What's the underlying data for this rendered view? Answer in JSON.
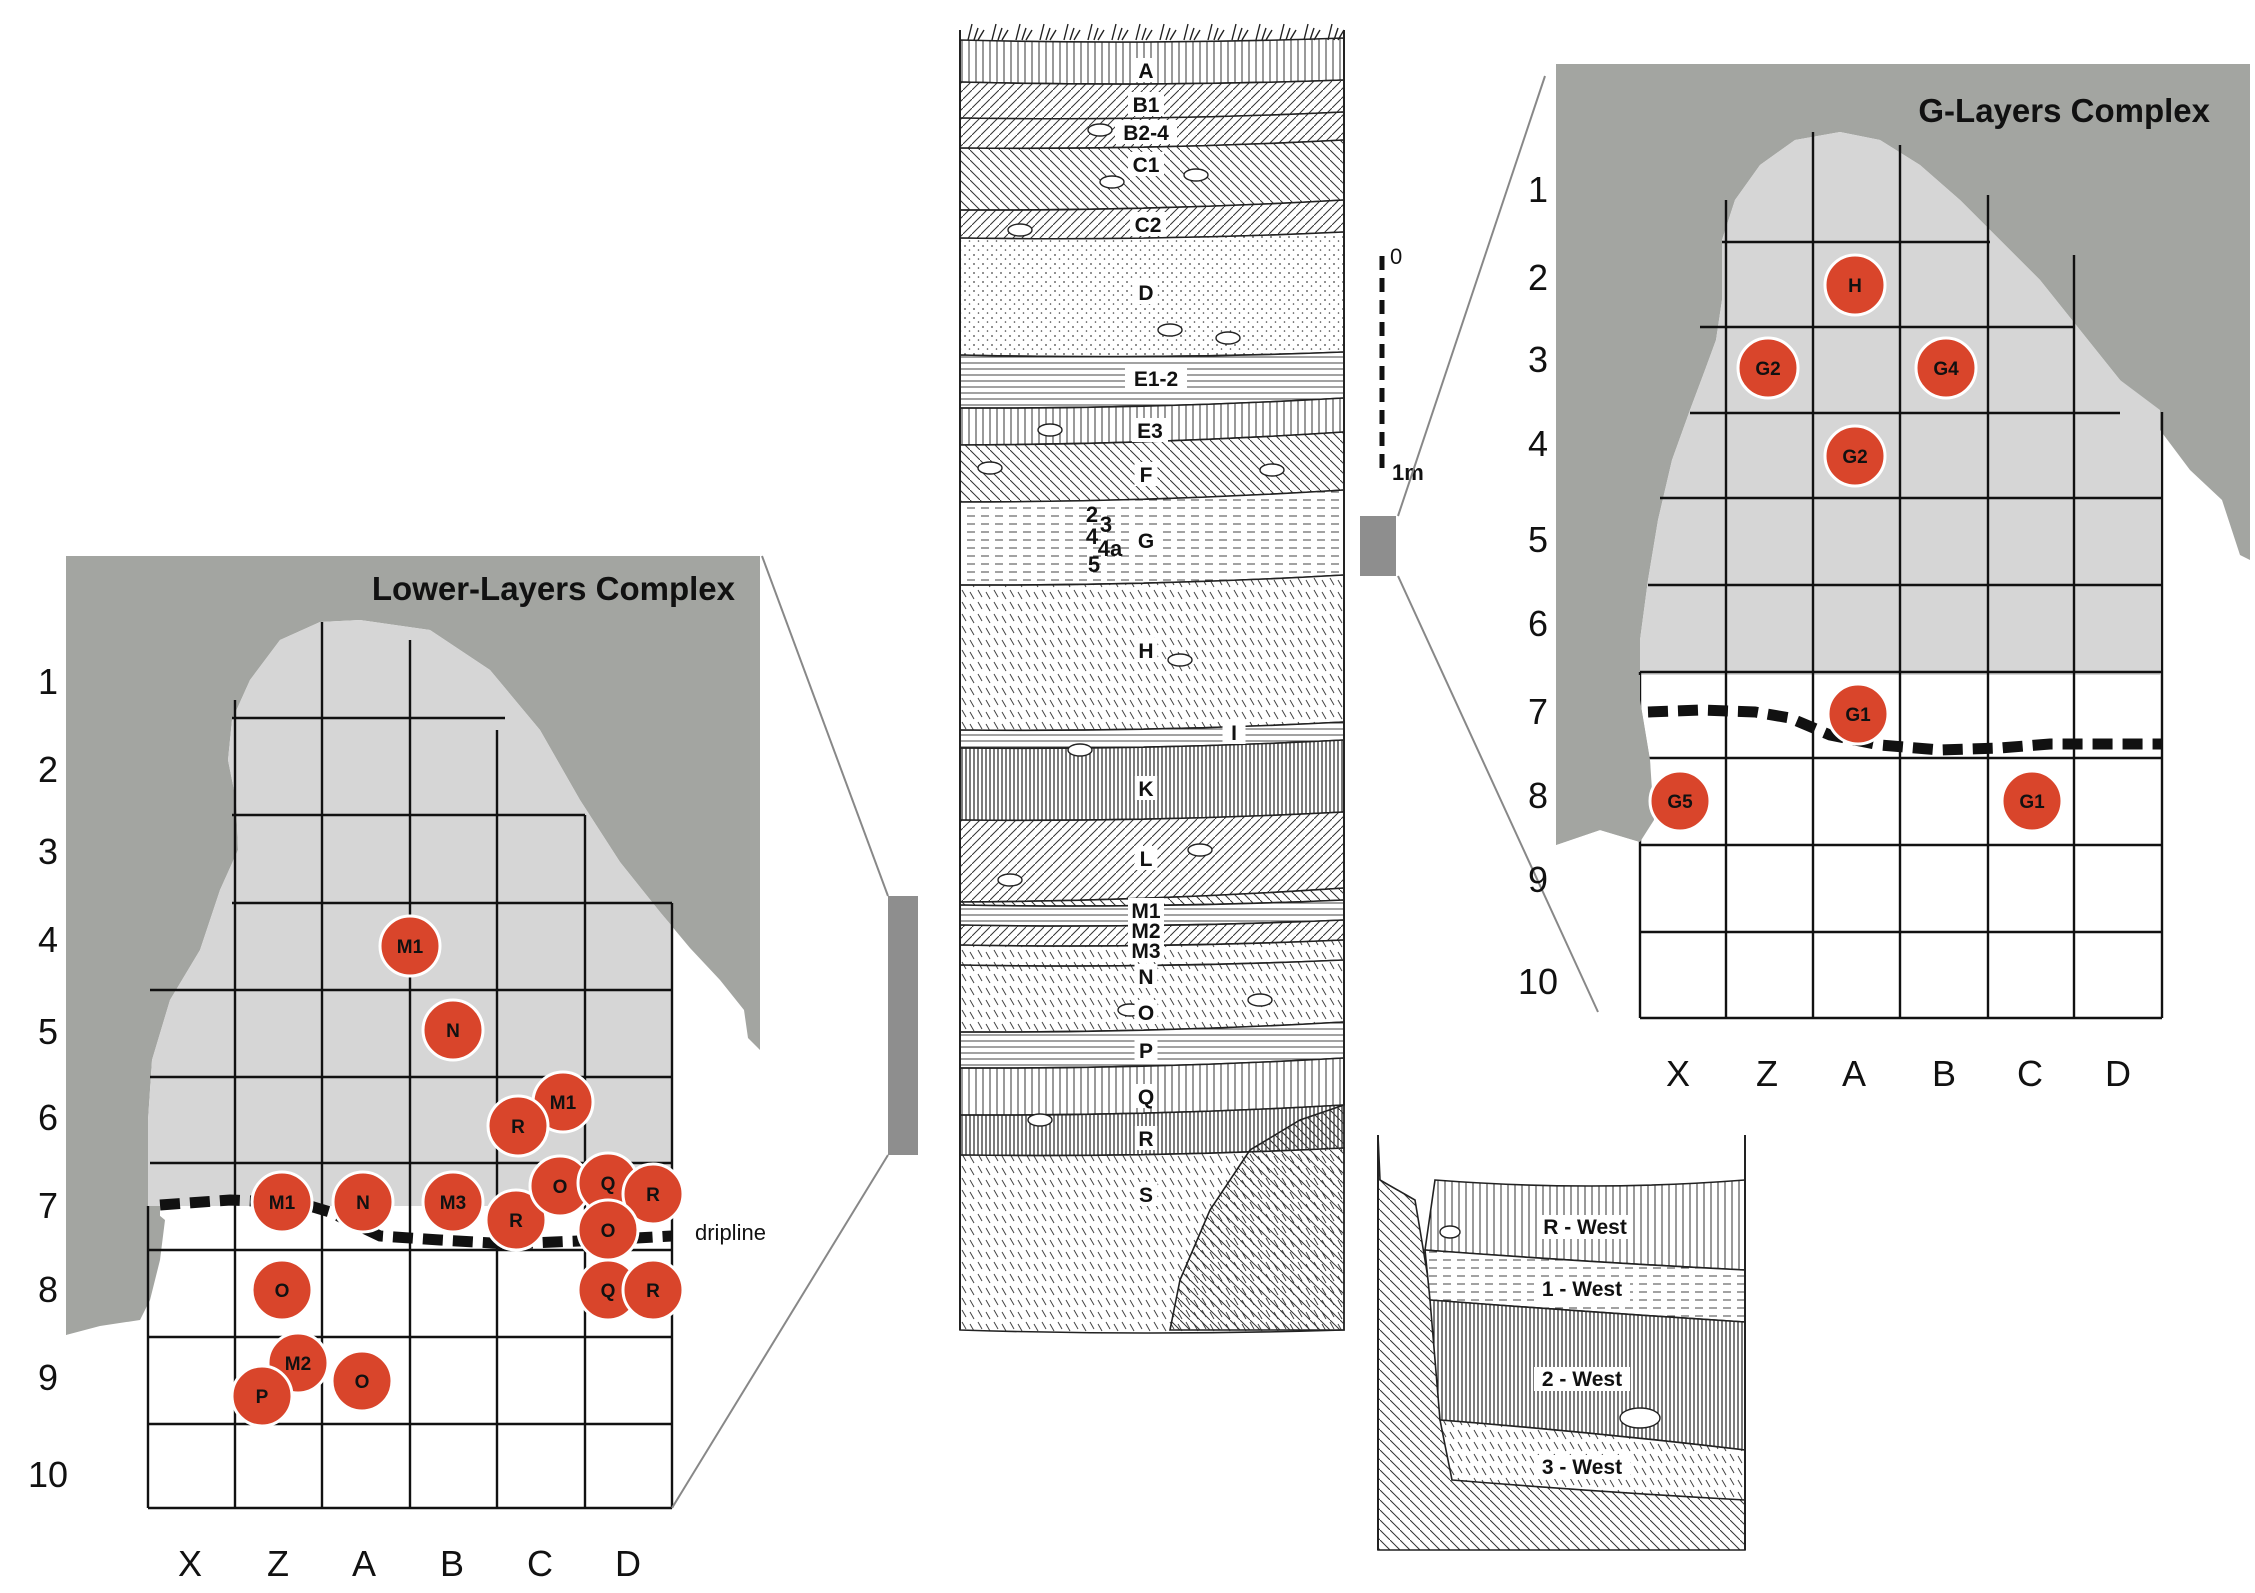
{
  "lower_complex": {
    "title": "Lower-Layers Complex",
    "rows": [
      "1",
      "2",
      "3",
      "4",
      "5",
      "6",
      "7",
      "8",
      "9",
      "10"
    ],
    "cols": [
      "X",
      "Z",
      "A",
      "B",
      "C",
      "D"
    ],
    "dripline_label": "dripline",
    "finds": [
      {
        "label": "M1",
        "col": "A",
        "row": "4"
      },
      {
        "label": "N",
        "col": "B",
        "row": "5"
      },
      {
        "label": "M1",
        "col": "C",
        "row": "6"
      },
      {
        "label": "R",
        "col": "C",
        "row": "6"
      },
      {
        "label": "M1",
        "col": "Z",
        "row": "7"
      },
      {
        "label": "N",
        "col": "A",
        "row": "7"
      },
      {
        "label": "M3",
        "col": "B",
        "row": "7"
      },
      {
        "label": "R",
        "col": "C",
        "row": "7"
      },
      {
        "label": "O",
        "col": "C",
        "row": "7"
      },
      {
        "label": "Q",
        "col": "D",
        "row": "7"
      },
      {
        "label": "R",
        "col": "D",
        "row": "7"
      },
      {
        "label": "O",
        "col": "D",
        "row": "7"
      },
      {
        "label": "O",
        "col": "Z",
        "row": "8"
      },
      {
        "label": "Q",
        "col": "D",
        "row": "8"
      },
      {
        "label": "R",
        "col": "D",
        "row": "8"
      },
      {
        "label": "M2",
        "col": "Z",
        "row": "9"
      },
      {
        "label": "P",
        "col": "Z",
        "row": "9"
      },
      {
        "label": "O",
        "col": "A",
        "row": "9"
      }
    ]
  },
  "g_complex": {
    "title": "G-Layers Complex",
    "rows": [
      "1",
      "2",
      "3",
      "4",
      "5",
      "6",
      "7",
      "8",
      "9",
      "10"
    ],
    "cols": [
      "X",
      "Z",
      "A",
      "B",
      "C",
      "D"
    ],
    "finds": [
      {
        "label": "H",
        "col": "A",
        "row": "2"
      },
      {
        "label": "G2",
        "col": "Z",
        "row": "3"
      },
      {
        "label": "G4",
        "col": "B",
        "row": "3"
      },
      {
        "label": "G2",
        "col": "A",
        "row": "4"
      },
      {
        "label": "G1",
        "col": "A",
        "row": "7"
      },
      {
        "label": "G5",
        "col": "X",
        "row": "8"
      },
      {
        "label": "G1",
        "col": "C",
        "row": "8"
      }
    ]
  },
  "main_section": {
    "layers": [
      "A",
      "B1",
      "B2-4",
      "C1",
      "C2",
      "D",
      "E1-2",
      "E3",
      "F",
      "G",
      "H",
      "I",
      "K",
      "L",
      "M1",
      "M2",
      "M3",
      "N",
      "O",
      "P",
      "Q",
      "R",
      "S"
    ],
    "g_sublayers": [
      "2",
      "3",
      "4",
      "4a",
      "5"
    ],
    "scale_top": "0",
    "scale_bottom": "1m"
  },
  "west_section": {
    "layers": [
      "R - West",
      "1 - West",
      "2 - West",
      "3 - West"
    ]
  },
  "colors": {
    "find_fill": "#d9452b",
    "rock_fill": "#a3a5a1",
    "shelter_fill": "#d6d6d6",
    "marker_fill": "#8e8e8e"
  }
}
